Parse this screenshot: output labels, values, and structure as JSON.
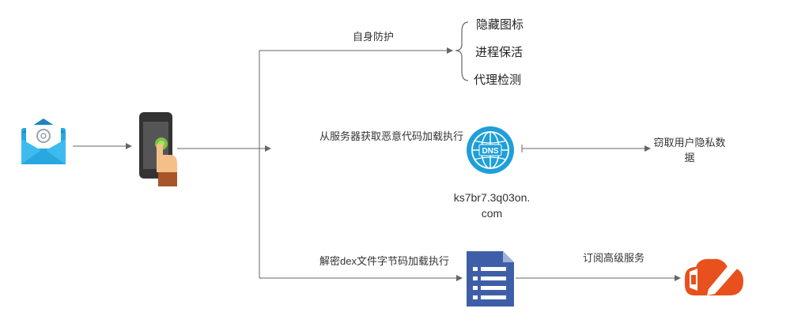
{
  "labels": {
    "self_protection": "自身防护",
    "hide_icon": "隐藏图标",
    "process_keepalive": "进程保活",
    "proxy_detection": "代理检测",
    "fetch_malicious_code": "从服务器获取恶意代码加载执行",
    "steal_data_line1": "窃取用户隐私数",
    "steal_data_line2": "据",
    "domain_line1": "ks7br7.3q03on.",
    "domain_line2": "com",
    "decrypt_dex": "解密dex文件字节码加载执行",
    "subscribe_premium": "订阅高级服务",
    "dns_badge": "DNS"
  },
  "icons": {
    "email": "email-icon",
    "phone": "phone-touch-icon",
    "dns": "dns-globe-icon",
    "document": "document-list-icon",
    "office": "office-pen-icon"
  },
  "colors": {
    "line": "#666666",
    "email_blue": "#29A8E0",
    "dns_blue": "#1E9FD8",
    "doc_blue": "#3E5FA8",
    "office_orange": "#E8501D"
  }
}
